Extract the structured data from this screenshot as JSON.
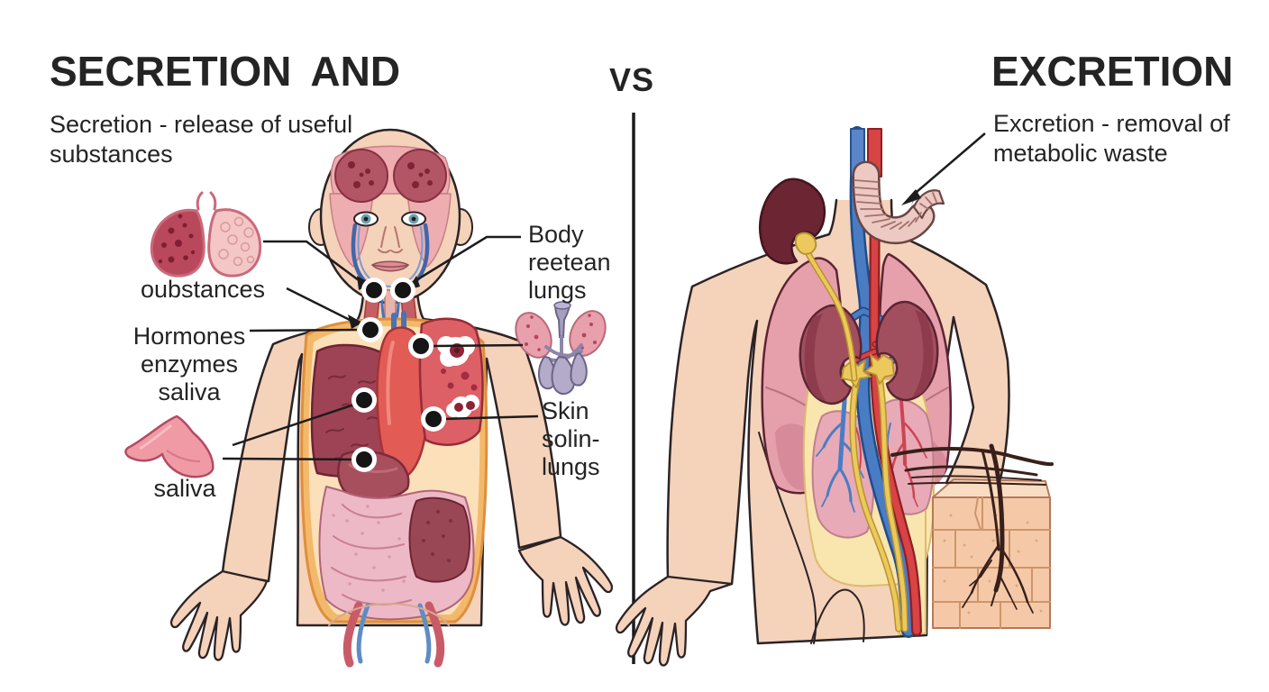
{
  "header": {
    "left_title": "SECRETION AND",
    "left_subtitle": "Secretion - release of useful\nsubstances",
    "vs": "VS",
    "right_title": "EXCRETION",
    "right_subtitle": "Excretion - removal of\nmetabolic waste"
  },
  "left_panel": {
    "labels": {
      "substances": "oubstances",
      "hormones": "Hormones\nenzymes\nsaliva",
      "saliva": "saliva",
      "body_lungs": "Body\nreetean\nlungs",
      "skin_lungs": "Skin\nsolin-\nlungs"
    },
    "icons": [
      "salivary-gland-icon",
      "kidneys-adrenal-icon",
      "saliva-organ-icon"
    ],
    "figure": "human-body-anterior-cross-section"
  },
  "right_panel": {
    "figure": "torso-urinary-system-lungs-skin-block",
    "icons": [
      "skin-block-hair-icon"
    ]
  },
  "colors": {
    "text": "#242424",
    "line": "#1c1c1c",
    "skin": "#f5d2ba",
    "outline": "#2b2326",
    "cavity_orange": "#f3b96a",
    "organ_dark": "#9e4355",
    "heart_red": "#e25b55",
    "lung_red": "#dc6065",
    "lung_pink": "#e5a0ac",
    "kidney": "#a14f5e",
    "vessel_blue": "#4a7cc4",
    "vessel_red": "#d84343",
    "ureter_yellow": "#ecc95d",
    "intestine_pink": "#eeb9c6",
    "skin_block": "#f5c9a8",
    "hair_brown": "#38201a"
  }
}
